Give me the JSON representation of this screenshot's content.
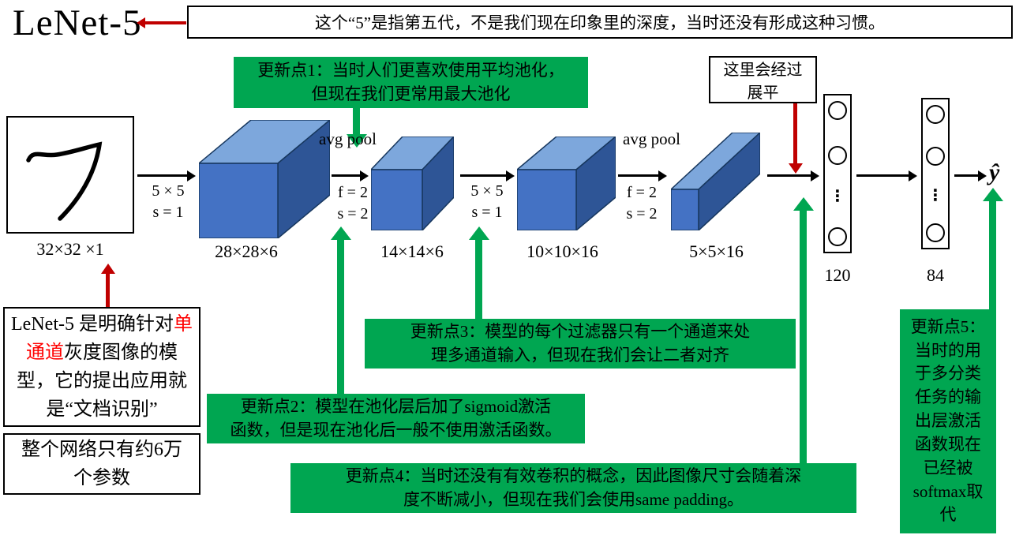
{
  "title": "LeNet-5",
  "notes": {
    "top": "这个“5”是指第五代，不是我们现在印象里的深度，当时还没有形成这种习惯。",
    "flatten": "这里会经过\n展平",
    "left1_part1": "LeNet-5 是明确针对",
    "left1_highlight": "单通道",
    "left1_part2": "灰度图像的模型，它的提出应用就是“文档识别”",
    "left2": "整个网络只有约6万\n个参数"
  },
  "updates": {
    "u1": "更新点1：当时人们更喜欢使用平均池化，\n但现在我们更常用最大池化",
    "u2": "更新点2：模型在池化层后加了sigmoid激活\n函数，但是现在池化后一般不使用激活函数。",
    "u3": "更新点3：模型的每个过滤器只有一个通道来处\n理多通道输入，但现在我们会让二者对齐",
    "u4": "更新点4：当时还没有有效卷积的概念，因此图像尺寸会随着深\n度不断减小，但现在我们会使用same padding。",
    "u5": "更新点5：\n当时的用\n于多分类\n任务的输\n出层激活\n函数现在\n已经被\nsoftmax取\n代"
  },
  "network": {
    "input_label": "32×32 ×1",
    "conv1_label": "28×28×6",
    "pool1_label": "14×14×6",
    "conv2_label": "10×10×16",
    "pool2_label": "5×5×16",
    "fc1_label": "120",
    "fc2_label": "84",
    "output_label": "ŷ",
    "avg_pool1": "avg pool",
    "avg_pool2": "avg pool",
    "op1": {
      "line1": "5 × 5",
      "line2": "s = 1"
    },
    "op2": {
      "line1": "f = 2",
      "line2": "s = 2"
    },
    "op3": {
      "line1": "5 × 5",
      "line2": "s = 1"
    },
    "op4": {
      "line1": "f = 2",
      "line2": "s = 2"
    }
  },
  "colors": {
    "green": "#00a651",
    "dark_red": "#c00000",
    "highlight_red": "#ff0000",
    "box_front": "#4472c4",
    "box_top": "#7da7dc",
    "box_side": "#2e5596"
  }
}
